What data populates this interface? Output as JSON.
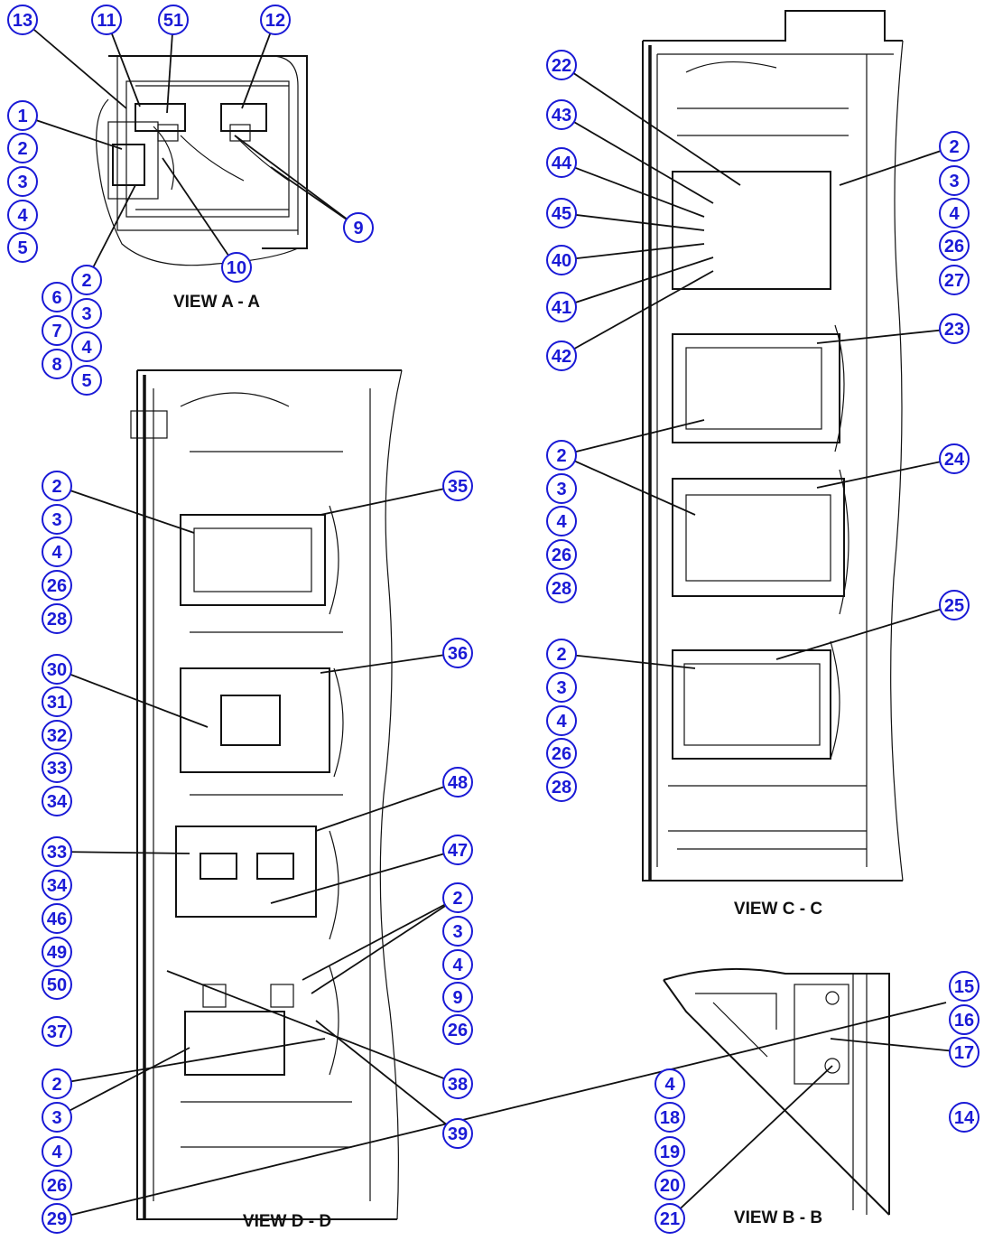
{
  "diagram": {
    "views": [
      {
        "id": "A-A",
        "label": "VIEW A - A"
      },
      {
        "id": "C-C",
        "label": "VIEW C - C"
      },
      {
        "id": "D-D",
        "label": "VIEW D - D"
      },
      {
        "id": "B-B",
        "label": "VIEW B - B"
      }
    ],
    "callouts": [
      "13",
      "11",
      "51",
      "12",
      "1",
      "2",
      "3",
      "4",
      "5",
      "9",
      "10",
      "2",
      "6",
      "3",
      "7",
      "4",
      "8",
      "5",
      "22",
      "43",
      "44",
      "45",
      "40",
      "41",
      "42",
      "2",
      "3",
      "4",
      "26",
      "27",
      "23",
      "2",
      "3",
      "4",
      "26",
      "28",
      "24",
      "25",
      "2",
      "3",
      "4",
      "26",
      "28",
      "2",
      "3",
      "4",
      "26",
      "28",
      "35",
      "30",
      "31",
      "32",
      "33",
      "34",
      "36",
      "33",
      "34",
      "46",
      "49",
      "50",
      "48",
      "47",
      "2",
      "3",
      "4",
      "9",
      "26",
      "37",
      "38",
      "39",
      "2",
      "3",
      "4",
      "26",
      "29",
      "15",
      "16",
      "17",
      "4",
      "18",
      "19",
      "20",
      "21",
      "14"
    ],
    "colors": {
      "callout": "#1a1ad6",
      "line": "#111111",
      "background": "#ffffff"
    }
  }
}
